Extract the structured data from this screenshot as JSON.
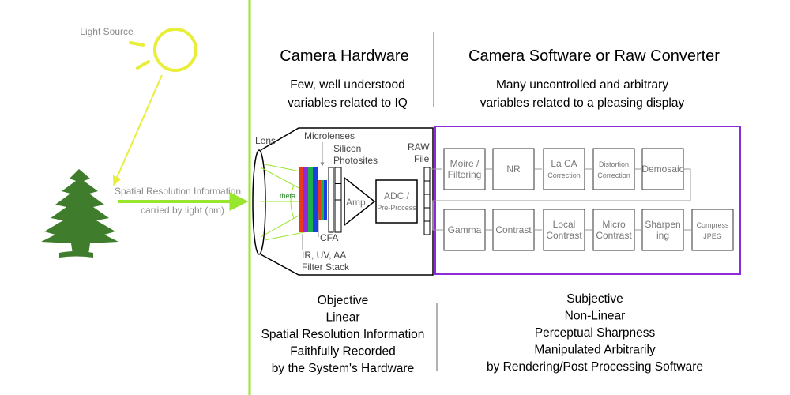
{
  "light_source": "Light Source",
  "spatial_info": [
    "Spatial Resolution Information",
    "carried by light (nm)"
  ],
  "headers": {
    "hardware_title": "Camera Hardware",
    "hardware_sub": [
      "Few, well understood",
      "variables related to IQ"
    ],
    "software_title": "Camera Software or Raw Converter",
    "software_sub": [
      "Many uncontrolled and arbitrary",
      "variables related to a pleasing display"
    ]
  },
  "hardware_labels": {
    "lens": "Lens",
    "microlenses": "Microlenses",
    "silicon": [
      "Silicon",
      "Photosites"
    ],
    "raw_file": [
      "RAW",
      "File"
    ],
    "theta": "theta",
    "cfa": "CFA",
    "filter_stack": [
      "IR, UV, AA",
      "Filter Stack"
    ],
    "amp": "Amp",
    "adc": [
      "ADC /",
      "Pre-Process"
    ]
  },
  "pipeline_row1": [
    {
      "lines": [
        "Moire /",
        "Filtering"
      ],
      "small": false
    },
    {
      "lines": [
        "NR"
      ],
      "small": false
    },
    {
      "lines": [
        "La CA",
        "Correction"
      ],
      "small": true
    },
    {
      "lines": [
        "Distortion",
        "Correction"
      ],
      "small": true
    },
    {
      "lines": [
        "Demosaic"
      ],
      "small": false
    }
  ],
  "pipeline_row2": [
    {
      "lines": [
        "Gamma"
      ],
      "small": false
    },
    {
      "lines": [
        "Contrast"
      ],
      "small": false
    },
    {
      "lines": [
        "Local",
        "Contrast"
      ],
      "small": false
    },
    {
      "lines": [
        "Micro",
        "Contrast"
      ],
      "small": false
    },
    {
      "lines": [
        "Sharpen",
        "ing"
      ],
      "small": false
    },
    {
      "lines": [
        "Compress",
        "JPEG"
      ],
      "small": true
    }
  ],
  "bottom_left": [
    "Objective",
    "Linear",
    "Spatial Resolution Information",
    "Faithfully Recorded",
    "by the System's Hardware"
  ],
  "bottom_right": [
    "Subjective",
    "Non-Linear",
    "Perceptual Sharpness",
    "Manipulated Arbitrarily",
    "by Rendering/Post Processing Software"
  ],
  "colors": {
    "green_line": "#99e62e",
    "ray_yellow": "#e8ee3a",
    "tree": "#3f7d2c",
    "purple": "#8e2bd8",
    "cfa": [
      "#e8391d",
      "#8e2bd8",
      "#1ab04a",
      "#1a3fe0",
      "#e8391d",
      "#1ab04a",
      "#1a3fe0"
    ]
  }
}
